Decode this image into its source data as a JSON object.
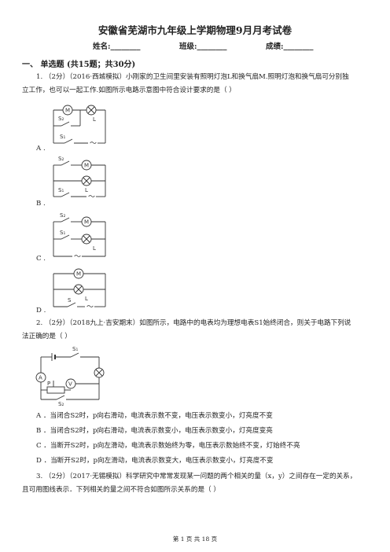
{
  "header": {
    "title": "安徽省芜湖市九年级上学期物理9月月考试卷",
    "name_label": "姓名:________",
    "class_label": "班级:________",
    "score_label": "成绩:________"
  },
  "section1": {
    "heading": "一、  单选题 (共15题；共30分)"
  },
  "q1": {
    "line1": "1.  （2分）（2016·西城模拟）小刚家的卫生间里安装有照明灯泡L和换气扇M.照明灯泡和换气扇可分别独",
    "line2": "立工作，也可以一起工作.如图所示电路示意图中符合设计要求的是（      ）",
    "optA": "A .",
    "optB": "B .",
    "optC": "C .",
    "optD": "D ."
  },
  "q2": {
    "line1": "2.  （2分）（2018九上·吉安期末）如图所示，电路中的电表均为理想电表S1始终闭合，则关于电路下列说",
    "line2": "法正确的是（      ）",
    "optA": "A ．当闭合S2时，p向右滑动，电流表示数不变，电压表示数变小，灯亮度不变",
    "optB": "B ．当闭合S2时，p向右滑动，电流表示数变小，电压表示数变小，灯亮度变亮",
    "optC": "C ．当断开S2时，p向左滑动，电流表示数始终为零，电压表示数始终不变，灯始终不亮",
    "optD": "D ．当断开S2时，p向左滑动，电流表示数变大，电压表示数变小，灯亮度不变"
  },
  "q3": {
    "line1": "3.  （2分）（2017·无锡模拟）科学研究中常常发现某一问题的两个相关的量（x，y）之间存在一定的关系，",
    "line2": "且可用图线表示．下列相关的量之间不符合如图所示关系的是（      ）"
  },
  "circuit_labels": {
    "M": "M",
    "L": "L",
    "S1": "S₁",
    "S2": "S₂",
    "S": "S",
    "A": "A",
    "V": "V",
    "P": "P"
  },
  "footer": {
    "page": "第 1 页 共 18 页"
  }
}
